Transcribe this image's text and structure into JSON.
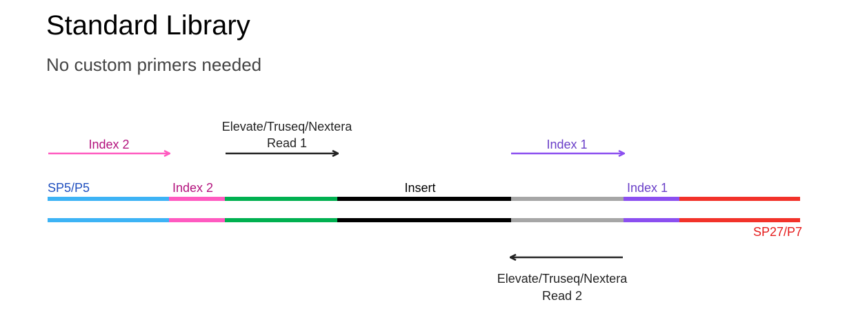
{
  "title": "Standard Library",
  "subtitle": "No custom primers needed",
  "colors": {
    "sp5": "#3db3f5",
    "index2": "#ff5ac0",
    "read1_adapter": "#00b050",
    "insert": "#000000",
    "read2_adapter": "#a6a6a6",
    "index1": "#8b4ff0",
    "sp27": "#f2322a",
    "arrow_dark": "#222222",
    "label_blue": "#1f4fbf",
    "label_magenta": "#b3127d",
    "label_purple": "#6a3fc8",
    "label_red": "#e51b1b",
    "arrow_index2": "#ff5ac0",
    "arrow_index1": "#8b4ff0"
  },
  "segments": [
    {
      "name": "sp5",
      "color": "#3db3f5"
    },
    {
      "name": "index2",
      "color": "#ff5ac0"
    },
    {
      "name": "read1-adapter",
      "color": "#00b050"
    },
    {
      "name": "insert",
      "color": "#000000"
    },
    {
      "name": "read2-adapter",
      "color": "#a6a6a6"
    },
    {
      "name": "index1",
      "color": "#8b4ff0"
    },
    {
      "name": "sp27",
      "color": "#f2322a"
    }
  ],
  "labels": {
    "sp5": "SP5/P5",
    "index2_top": "Index 2",
    "insert": "Insert",
    "index1_top": "Index 1",
    "sp27": "SP27/P7"
  },
  "arrows": {
    "index2": "Index 2",
    "read1_line1": "Elevate/Truseq/Nextera",
    "read1_line2": "Read 1",
    "index1": "Index 1",
    "read2_line1": "Elevate/Truseq/Nextera",
    "read2_line2": "Read 2"
  }
}
